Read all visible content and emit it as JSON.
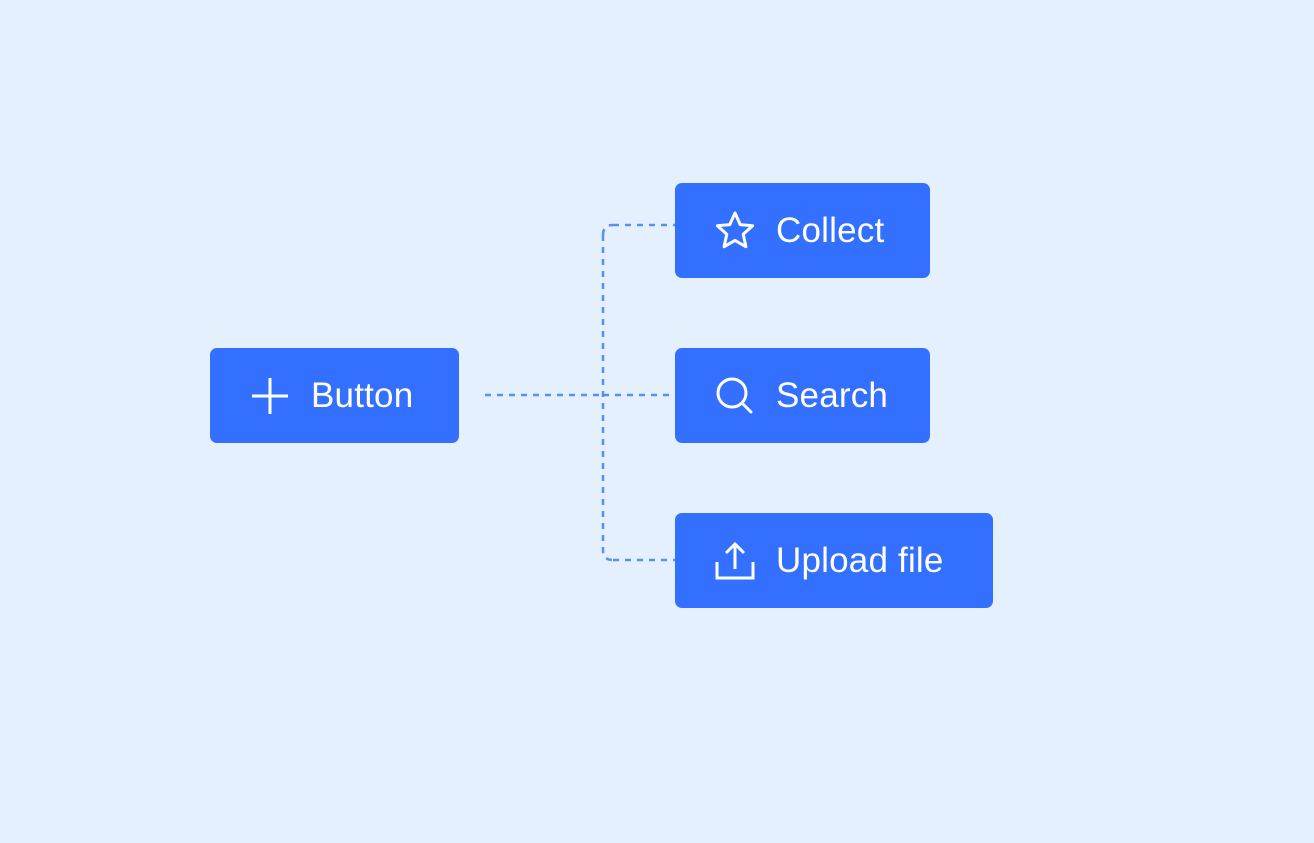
{
  "diagram": {
    "colors": {
      "background": "#E4F0FD",
      "button_fill": "#3370FF",
      "button_text": "#FFFFFF",
      "connector": "#5B8FEF"
    },
    "root": {
      "label": "Button",
      "icon": "plus-icon"
    },
    "children": [
      {
        "label": "Collect",
        "icon": "star-icon"
      },
      {
        "label": "Search",
        "icon": "search-icon"
      },
      {
        "label": "Upload file",
        "icon": "upload-icon"
      }
    ]
  }
}
